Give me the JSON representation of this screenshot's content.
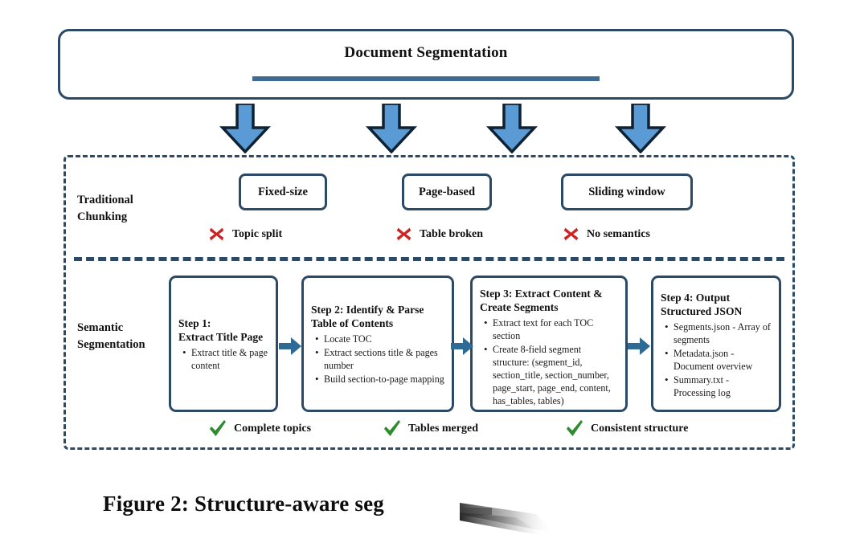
{
  "header": {
    "title": "Document Segmentation"
  },
  "colors": {
    "navy_outline": "#2c4a66",
    "steel_blue": "#3f6a91",
    "arrow_fill": "#5b9bd5",
    "arrow_flat": "#2e6a96",
    "x_red": "#cc2222",
    "check_green": "#2e8b2e"
  },
  "rows": {
    "traditional_label": "Traditional\nChunking",
    "semantic_label": "Semantic\nSegmentation"
  },
  "traditional": {
    "boxes": [
      {
        "label": "Fixed-size"
      },
      {
        "label": "Page-based"
      },
      {
        "label": "Sliding window"
      }
    ],
    "negatives": [
      {
        "icon": "x-mark-icon",
        "label": "Topic split"
      },
      {
        "icon": "x-mark-icon",
        "label": "Table broken"
      },
      {
        "icon": "x-mark-icon",
        "label": "No semantics"
      }
    ]
  },
  "semantic": {
    "steps": [
      {
        "title": "Step 1:\nExtract Title Page",
        "title_lines": [
          "Step 1:",
          "Extract Title Page"
        ],
        "bullets": [
          "Extract title & page content"
        ]
      },
      {
        "title": "Step 2: Identify & Parse Table of Contents",
        "title_lines": [
          "Step 2: Identify & Parse",
          "Table of Contents"
        ],
        "bullets": [
          "Locate TOC",
          "Extract sections title & pages number",
          "Build section-to-page mapping"
        ]
      },
      {
        "title": "Step 3: Extract Content & Create Segments",
        "title_lines": [
          "Step 3: Extract Content &",
          "Create Segments"
        ],
        "bullets": [
          "Extract text for each TOC section",
          "Create 8-field segment structure: (segment_id, section_title, section_number, page_start, page_end, content, has_tables, tables)"
        ]
      },
      {
        "title": "Step 4: Output Structured JSON",
        "title_lines": [
          "Step 4: Output",
          "Structured JSON"
        ],
        "bullets": [
          "Segments.json - Array of segments",
          "Metadata.json - Document overview",
          "Summary.txt - Processing log"
        ]
      }
    ],
    "positives": [
      {
        "icon": "check-mark-icon",
        "label": "Complete topics"
      },
      {
        "icon": "check-mark-icon",
        "label": "Tables merged"
      },
      {
        "icon": "check-mark-icon",
        "label": "Consistent structure"
      }
    ]
  },
  "caption": {
    "text": "Figure 2: Structure-aware seg"
  },
  "arrows": {
    "down_count": 4,
    "horizontal_count": 3,
    "down_icon": "arrow-down-icon",
    "horizontal_icon": "arrow-right-icon"
  }
}
